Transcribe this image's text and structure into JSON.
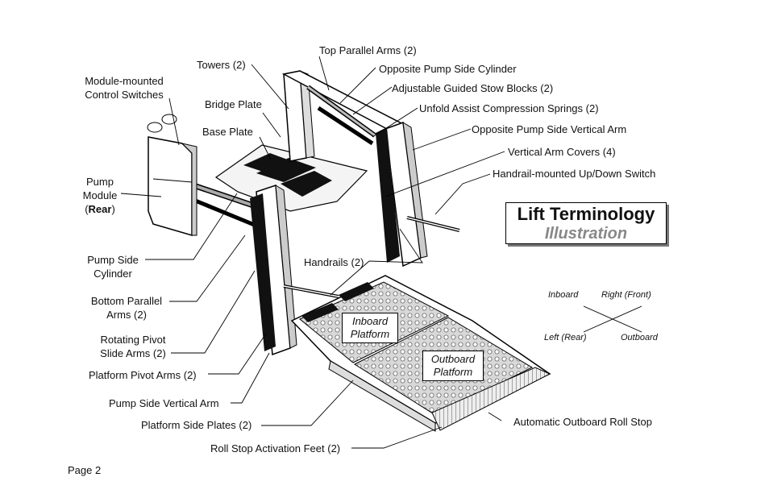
{
  "title": {
    "line1": "Lift Terminology",
    "line2": "Illustration"
  },
  "labels": {
    "top_parallel_arms": "Top Parallel Arms (2)",
    "towers": "Towers (2)",
    "opposite_pump_side_cylinder": "Opposite Pump Side Cylinder",
    "module_control_switches_1": "Module-mounted",
    "module_control_switches_2": "Control Switches",
    "adjustable_guided_stow_blocks": "Adjustable Guided Stow Blocks (2)",
    "bridge_plate": "Bridge Plate",
    "unfold_assist_springs": "Unfold Assist Compression Springs (2)",
    "base_plate": "Base Plate",
    "opposite_pump_side_vertical_arm": "Opposite Pump Side Vertical Arm",
    "vertical_arm_covers": "Vertical Arm Covers (4)",
    "handrail_switch": "Handrail-mounted Up/Down Switch",
    "pump_module_1": "Pump",
    "pump_module_2": "Module",
    "pump_module_3_open": "(",
    "pump_module_3_bold": "Rear",
    "pump_module_3_close": ")",
    "pump_side_cylinder_1": "Pump Side",
    "pump_side_cylinder_2": "Cylinder",
    "handrails": "Handrails (2)",
    "bottom_parallel_arms_1": "Bottom Parallel",
    "bottom_parallel_arms_2": "Arms (2)",
    "rotating_pivot_slide_arms_1": "Rotating Pivot",
    "rotating_pivot_slide_arms_2": "Slide Arms (2)",
    "platform_pivot_arms": "Platform Pivot Arms (2)",
    "pump_side_vertical_arm": "Pump Side Vertical Arm",
    "platform_side_plates": "Platform Side Plates (2)",
    "automatic_outboard_roll_stop": "Automatic Outboard Roll Stop",
    "roll_stop_activation_feet": "Roll Stop Activation Feet (2)"
  },
  "platforms": {
    "inboard_1": "Inboard",
    "inboard_2": "Platform",
    "outboard_1": "Outboard",
    "outboard_2": "Platform"
  },
  "directions": {
    "inboard": "Inboard",
    "right_front": "Right (Front)",
    "left_rear": "Left (Rear)",
    "outboard": "Outboard"
  },
  "footer": {
    "page": "Page 2"
  }
}
